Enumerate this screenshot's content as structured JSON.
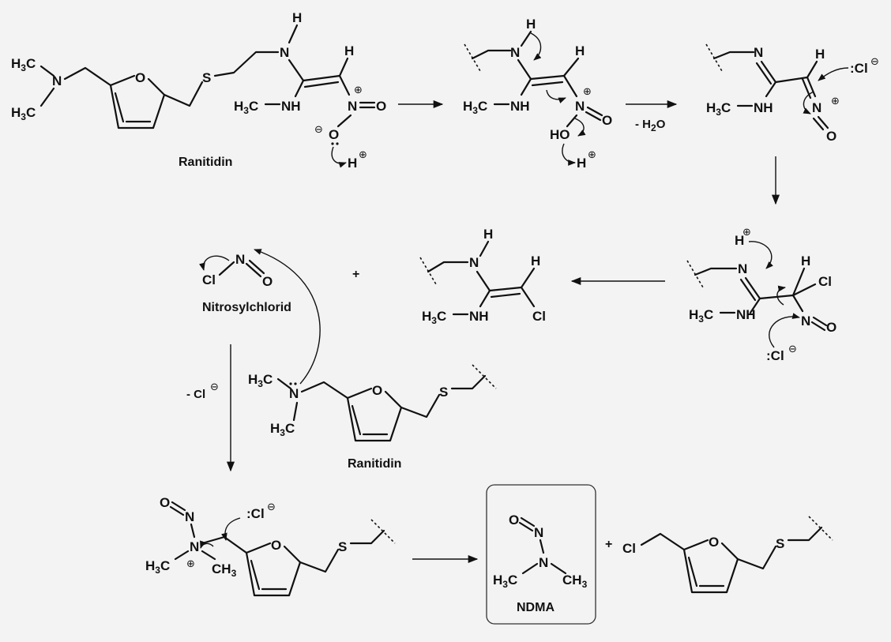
{
  "labels": {
    "ranitidin_1": "Ranitidin",
    "ranitidin_2": "Ranitidin",
    "nitrosylchlorid": "Nitrosylchlorid",
    "ndma": "NDMA"
  },
  "conditions": {
    "minus_h2o": "- H2O",
    "minus_cl": "- Cl"
  },
  "plus_signs": [
    "+",
    "+"
  ],
  "atoms": {
    "H": "H",
    "N": "N",
    "O": "O",
    "S": "S",
    "Cl": "Cl",
    "NH": "NH",
    "HO": "HO",
    "H3C": "H3C",
    "CH3": "CH3",
    "colonCl": ":Cl",
    "charge_pos": "⊕",
    "charge_neg": "⊖"
  },
  "colors": {
    "background": "#f3f3f3",
    "ink": "#111111"
  }
}
